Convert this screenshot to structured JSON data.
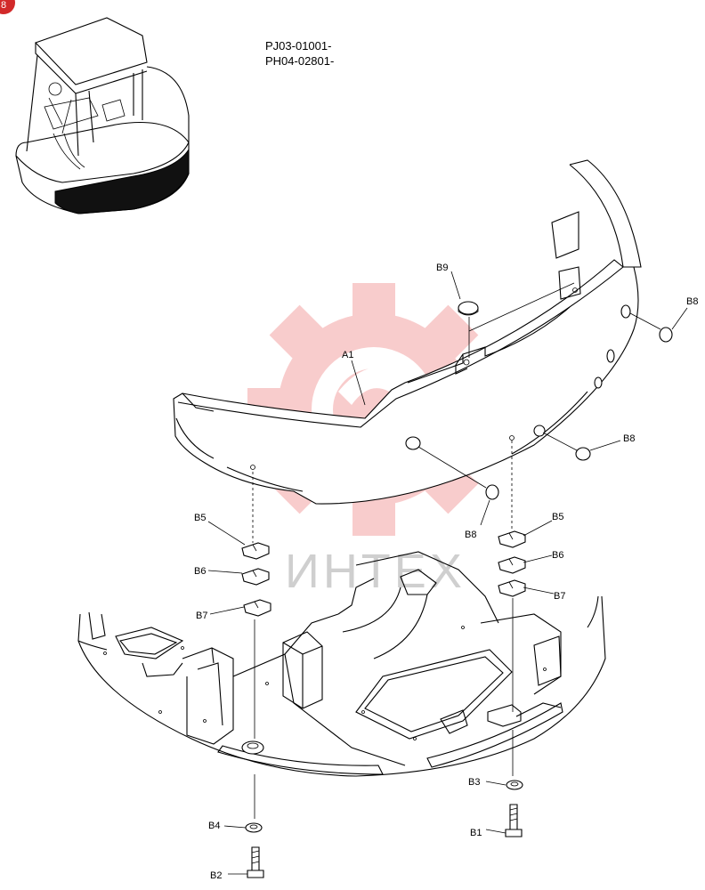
{
  "serials": [
    "PJ03-01001-",
    "PH04-02801-"
  ],
  "watermark": "ИНТЕХ",
  "callouts": [
    "A1",
    "B1",
    "B2",
    "B3",
    "B4",
    "B5",
    "B5",
    "B6",
    "B6",
    "B7",
    "B7",
    "B8",
    "B8",
    "B8",
    "B9"
  ],
  "colors": {
    "watermark_gear": "#f4a3a3",
    "badge": "#d22a2a",
    "line": "#000000"
  },
  "icons": {
    "badge": "page-badge-icon",
    "watermark": "gear-watermark-icon"
  }
}
